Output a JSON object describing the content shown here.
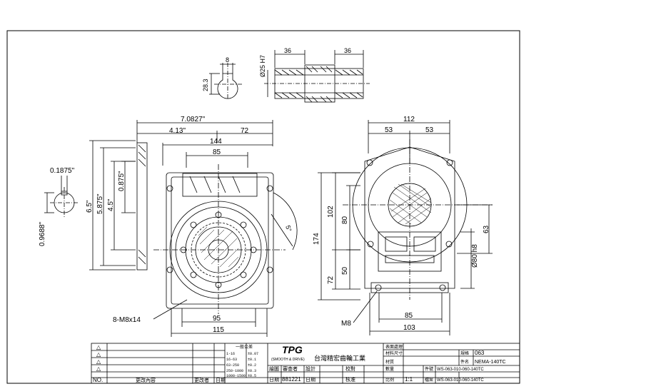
{
  "dims": {
    "key_width": "8",
    "key_depth": "28.3",
    "bore_dia": "Ø25 H7",
    "shaft_len_left": "36",
    "shaft_len_right": "36",
    "overall_in": "7.0827\"",
    "left_in": "4.13\"",
    "right_mm": "72",
    "flange_width": "144",
    "top_inner": "85",
    "tilt": "5°",
    "height_in": "6.5\"",
    "height2_in": "5.875\"",
    "height3_in": "4.5\"",
    "offset_in": "0.875\"",
    "key_in": "0.1875\"",
    "shaft_in": "0.9688\"",
    "bolt_callout": "8-M8x14",
    "base_95": "95",
    "base_115": "115",
    "side_total": "112",
    "side_half_l": "53",
    "side_half_r": "53",
    "side_174": "174",
    "side_102": "102",
    "side_80": "80",
    "side_72": "72",
    "side_50": "50",
    "side_63": "63",
    "side_pilot": "Ø80 h8",
    "side_m8": "M8",
    "side_85": "85",
    "side_103": "103"
  },
  "title_block": {
    "rev_symbol": "△",
    "rev_col_no": "NO.",
    "rev_col_content": "更改內容",
    "rev_col_sig": "更改者",
    "rev_col_date": "日期",
    "tol_header": "一般公差",
    "tol_rows": [
      [
        "1-16",
        "±0.07"
      ],
      [
        "16-63",
        "±0.1"
      ],
      [
        "63-250",
        "±0.2"
      ],
      [
        "250-1000",
        "±0.3"
      ],
      [
        "1000-1500",
        "±0.5"
      ]
    ],
    "logo_text": "TPG",
    "logo_sub": "(SMOOTH & DRIVE)",
    "company": "台灣精宏齒輪工業",
    "draw_label": "繪圖",
    "approve_label": "審查者",
    "design_label": "設計",
    "date_label": "日期",
    "date_value": "881221",
    "inspect_label": "校對",
    "approval_label": "核准",
    "mgmt_label": "表面處理",
    "material_label": "材料尺寸",
    "qty_label": "材質",
    "count_label": "數量",
    "scale_label": "比例",
    "scale_value": "1:1",
    "spec_label": "規格",
    "spec_value": "063",
    "name_label": "件名",
    "name_value": "NEMA-140TC",
    "part_label": "件號",
    "part_value": "WS-063-010-060-140TC",
    "file_label": "檔案",
    "file_value": "WS-063-010-060-140TC"
  }
}
